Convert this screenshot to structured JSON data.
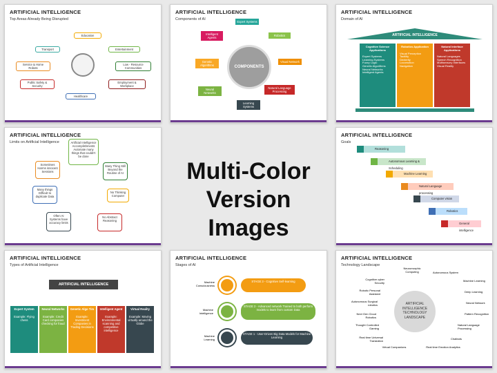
{
  "center": {
    "line1": "Multi-Color",
    "line2": "Version Images"
  },
  "slides": [
    {
      "title": "ARTIFICIAL INTELLIGENCE",
      "subtitle": "Top Areas Already Being Disrupted",
      "items": [
        "Education",
        "Transport",
        "Entertainment",
        "Service & Home Robots",
        "Low - Resource Communities",
        "Public Safety & Security",
        "Employment & Workplace",
        "Healthcare"
      ]
    },
    {
      "title": "ARTIFICIAL INTELLIGENCE",
      "subtitle": "Components of AI",
      "center": "COMPONENTS",
      "items": [
        "Expert Systems",
        "Intelligent Agents",
        "Robotics",
        "Genetic Algorithms",
        "Visual Network",
        "Neural Networks",
        "Natural Language Processing",
        "Learning Systems"
      ]
    },
    {
      "title": "ARTIFICIAL INTELLIGENCE",
      "subtitle": "Domain of AI",
      "roof": "ARTIFICIAL INTELLIGENCE",
      "columns": [
        {
          "head": "Cognitive Science Applications",
          "items": [
            "Expert Systems",
            "Learning Systems",
            "Fuzzy Logic",
            "Genetic Algorithms",
            "Neural Networks",
            "Intelligent Agents"
          ]
        },
        {
          "head": "Robotics Application",
          "items": [
            "Visual Perception",
            "Tactility",
            "Dexterity",
            "Locomotion",
            "Navigation"
          ]
        },
        {
          "head": "Natural Interface Applications",
          "items": [
            "Natural Languages",
            "Speech Recognition",
            "Multisensory Interfaces",
            "Visual Reality"
          ]
        }
      ]
    },
    {
      "title": "ARTIFICIAL INTELLIGENCE",
      "subtitle": "Limits on Artificial Intelligence",
      "items": [
        "Artificial Intelligence Accomplishments",
        "Automate many things that couldn't be done",
        "Sometimes Harms innocent Sessions",
        "Many Thing Still Beyond the Routine of AI",
        "Many things Difficult to duplicate Data",
        "No Thinking Computer",
        "Often AI Systems have accuracy limits",
        "No Abstract Reasoning"
      ]
    },
    {
      "title": "ARTIFICIAL INTELLIGENCE",
      "subtitle": "Goals",
      "items": [
        "Reasoning",
        "Autonomous Learning & Scheduling",
        "Machine Learning",
        "Natural Language processing",
        "Computer vision",
        "Robotics",
        "General intelligence"
      ]
    },
    {
      "title": "ARTIFICIAL INTELLIGENCE",
      "subtitle": "Types of Artificial Intelligence",
      "banner": "ARTIFICIAL INTELLIGENCE",
      "types": [
        {
          "head": "Expert System",
          "body": "Example: Flying chess"
        },
        {
          "head": "Neural Networks",
          "body": "Example: Credit Card companies checking for fraud"
        },
        {
          "head": "Genetic Algo Tim",
          "body": "Example: Investment Companies in Trading Decisions"
        },
        {
          "head": "Intelligent Agent",
          "body": "Example: Environmental scanning and competitive intelligence"
        },
        {
          "head": "Virtual Reality",
          "body": "Example: Moving virtually around the Globe"
        }
      ]
    },
    {
      "title": "ARTIFICIAL INTELLIGENCE",
      "subtitle": "Stages of AI",
      "stages": [
        {
          "label": "Machine Consciousness",
          "text": "STAGE 3 - Cognitive Self-learning"
        },
        {
          "label": "Machine Intelligence",
          "text": "STAGE 2 - Advanced network Trained to both perform models to learn from custom Data"
        },
        {
          "label": "Machine Learning",
          "text": "STAGE 1 - User-Driven Big Data Models for Machine Learning"
        }
      ]
    },
    {
      "title": "ARTIFICIAL INTELLIGENCE",
      "subtitle": "Technology Landscape",
      "center": "ARTIFICIAL INTELLIGENCE TECHNOLOGY LANDSCAPE",
      "items": [
        "Neuromorphic Computing",
        "Autonomous System",
        "Cognitive cyber Security",
        "Machine Learning",
        "Robotic Personal Assistant",
        "Deep Learning",
        "Autonomous Surgical robotics",
        "Neural Network",
        "Next Gen Cloud Robotics",
        "Pattern Recognition",
        "Thought Controlled Gaming",
        "Natural Language Processing",
        "Real time Universal Translation",
        "Chatbots",
        "Virtual Companions",
        "Real time Emotion Analytics"
      ]
    }
  ]
}
